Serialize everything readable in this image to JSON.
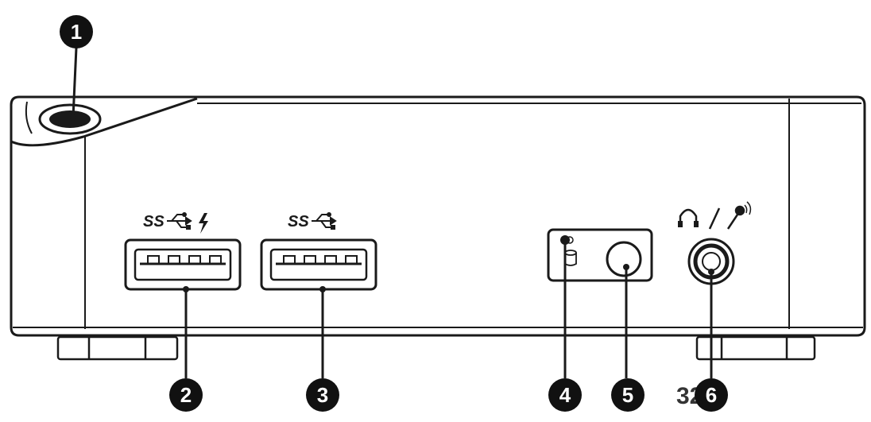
{
  "callouts": [
    {
      "id": "power-button",
      "number": "1"
    },
    {
      "id": "usb-port-charging",
      "number": "2"
    },
    {
      "id": "usb-port",
      "number": "3"
    },
    {
      "id": "hdd-led",
      "number": "4"
    },
    {
      "id": "ir-receiver",
      "number": "5"
    },
    {
      "id": "audio-jack",
      "number": "6"
    }
  ],
  "port_labels": {
    "usb_charging_ss": "SS",
    "usb_ss": "SS"
  },
  "icons": {
    "usb_charging": [
      "usb-icon",
      "lightning-icon"
    ],
    "usb": [
      "usb-icon"
    ],
    "hdd": "hard-drive-icon",
    "audio": [
      "headphone-icon",
      "microphone-icon"
    ]
  },
  "watermark": "32",
  "colors": {
    "line": "#1a1a1a",
    "callout_fill": "#111111",
    "callout_text": "#ffffff",
    "background": "#ffffff"
  }
}
